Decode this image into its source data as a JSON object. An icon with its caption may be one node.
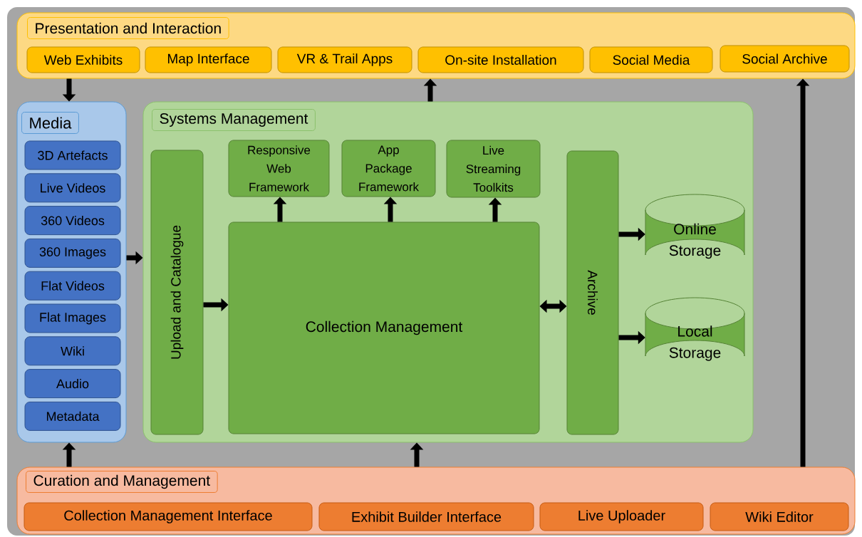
{
  "diagram": {
    "nodes": [
      {
        "text": [
          "Presentation and Interaction"
        ]
      },
      {
        "text": [
          "Web Exhibits"
        ],
        "in": 0
      },
      {
        "text": [
          "Map Interface"
        ],
        "in": 0
      },
      {
        "text": [
          "VR & Trail Apps"
        ],
        "in": 0
      },
      {
        "text": [
          "On-site Installation"
        ],
        "in": 0
      },
      {
        "text": [
          "Social Media"
        ],
        "in": 0
      },
      {
        "text": [
          "Social Archive"
        ],
        "in": 0
      },
      {
        "text": [
          "Media"
        ]
      },
      {
        "text": [
          "3D Artefacts"
        ],
        "in": 7
      },
      {
        "text": [
          "Live Videos"
        ],
        "in": 7
      },
      {
        "text": [
          "360 Videos"
        ],
        "in": 7
      },
      {
        "text": [
          "360 Images"
        ],
        "in": 7
      },
      {
        "text": [
          "Flat Videos"
        ],
        "in": 7
      },
      {
        "text": [
          "Flat Images"
        ],
        "in": 7
      },
      {
        "text": [
          "Wiki"
        ],
        "in": 7
      },
      {
        "text": [
          "Audio"
        ],
        "in": 7
      },
      {
        "text": [
          "Metadata"
        ],
        "in": 7
      },
      {
        "text": [
          "Systems Management"
        ]
      },
      {
        "text": [
          "Upload and Catalogue"
        ],
        "in": 17
      },
      {
        "text": [
          "Responsive Web Framework"
        ],
        "in": 17
      },
      {
        "text": [
          "App Package Framework"
        ],
        "in": 17
      },
      {
        "text": [
          "Live Streaming Toolkits"
        ],
        "in": 17
      },
      {
        "text": [
          "Collection Management"
        ],
        "in": 17
      },
      {
        "text": [
          "Archive"
        ],
        "in": 17
      },
      {
        "text": [
          "Online Storage"
        ],
        "in": 17
      },
      {
        "text": [
          "Local Storage"
        ],
        "in": 17
      },
      {
        "text": [
          "Curation and Management"
        ]
      },
      {
        "text": [
          "Collection Management Interface"
        ],
        "in": 26
      },
      {
        "text": [
          "Exhibit Builder Interface"
        ],
        "in": 26
      },
      {
        "text": [
          "Live Uploader"
        ],
        "in": 26
      },
      {
        "text": [
          "Wiki Editor"
        ],
        "in": 26
      }
    ],
    "edges": [
      {
        "from": 0,
        "to": 7,
        "arrow": "to"
      },
      {
        "from": 17,
        "to": 0,
        "arrow": "to"
      },
      {
        "from": 26,
        "to": 0,
        "arrow": "to"
      },
      {
        "from": 7,
        "to": 17,
        "arrow": "to"
      },
      {
        "from": 22,
        "to": 19,
        "arrow": "to"
      },
      {
        "from": 22,
        "to": 20,
        "arrow": "to"
      },
      {
        "from": 22,
        "to": 21,
        "arrow": "to"
      },
      {
        "from": 23,
        "to": 24,
        "arrow": "to"
      },
      {
        "from": 18,
        "to": 22,
        "arrow": "to"
      },
      {
        "from": 22,
        "to": 23,
        "arrow": "both"
      },
      {
        "from": 23,
        "to": 25,
        "arrow": "to"
      },
      {
        "from": 26,
        "to": 7,
        "arrow": "to"
      },
      {
        "from": 26,
        "to": 17,
        "arrow": "to"
      }
    ]
  }
}
